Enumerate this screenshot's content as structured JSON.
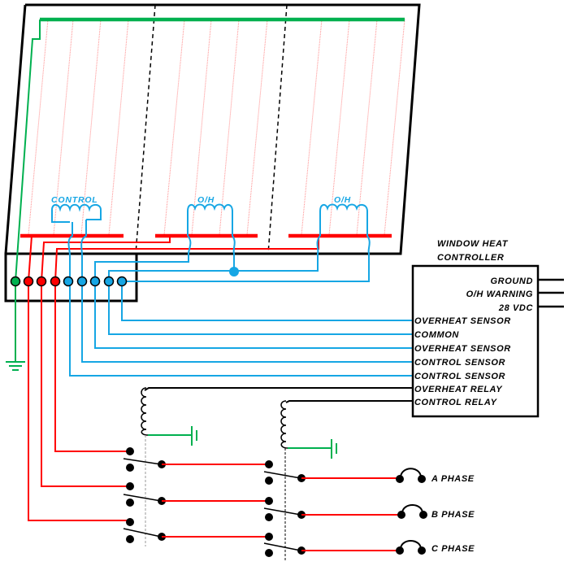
{
  "colors": {
    "frame": "#000000",
    "ground_bus": "#00b04f",
    "power": "#ff0000",
    "sensor": "#16a6e4",
    "element": "#ff8a8a"
  },
  "window_panel": {
    "sensor_labels": [
      "CONTROL",
      "O/H",
      "O/H"
    ],
    "connector_pins": [
      {
        "color": "green",
        "role": "ground"
      },
      {
        "color": "red",
        "role": "power"
      },
      {
        "color": "red",
        "role": "power"
      },
      {
        "color": "red",
        "role": "power"
      },
      {
        "color": "blue",
        "role": "sensor"
      },
      {
        "color": "blue",
        "role": "sensor"
      },
      {
        "color": "blue",
        "role": "sensor"
      },
      {
        "color": "blue",
        "role": "sensor"
      },
      {
        "color": "blue",
        "role": "sensor"
      }
    ]
  },
  "controller": {
    "title_line1": "WINDOW HEAT",
    "title_line2": "CONTROLLER",
    "right_terminals": [
      "GROUND",
      "O/H WARNING",
      "28 VDC"
    ],
    "left_terminals": [
      "OVERHEAT SENSOR",
      "COMMON",
      "OVERHEAT SENSOR",
      "CONTROL SENSOR",
      "CONTROL SENSOR",
      "OVERHEAT RELAY",
      "CONTROL RELAY"
    ]
  },
  "phases": [
    "A PHASE",
    "B PHASE",
    "C PHASE"
  ]
}
